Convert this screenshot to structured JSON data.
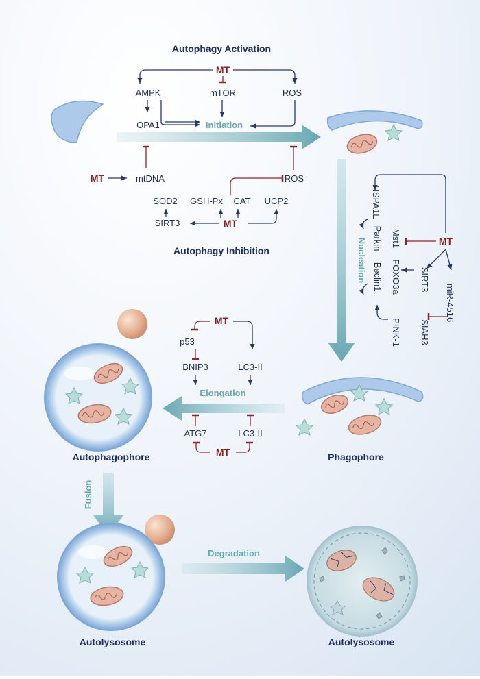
{
  "titles": {
    "activation": "Autophagy Activation",
    "inhibition": "Autophagy Inhibition"
  },
  "mt_label": "MT",
  "activation": {
    "ampk": "AMPK",
    "mtor": "mTOR",
    "ros": "ROS",
    "opa1": "OPA1",
    "initiation": "Initiation"
  },
  "inhibition": {
    "mtdna": "mtDNA",
    "ros": "ROS",
    "sod2": "SOD2",
    "gshpx": "GSH-Px",
    "cat": "CAT",
    "ucp2": "UCP2",
    "sirt3": "SIRT3"
  },
  "nucleation": {
    "step": "Nucleation",
    "hspa1l": "HSPA1L",
    "parkin": "Parkin",
    "mst1": "Mst1",
    "foxo3a": "FOXO3a",
    "beclin1": "Beclin1",
    "sirt3": "SIRT3",
    "pink1": "PINK-1",
    "siah3": "SIAH3",
    "mir4516": "miR-4516"
  },
  "elongation": {
    "step": "Elongation",
    "p53": "p53",
    "bnip3": "BNIP3",
    "lc3ii_top": "LC3-II",
    "atg7": "ATG7",
    "lc3ii_bottom": "LC3-II"
  },
  "stages": {
    "phagophore": "Phagophore",
    "autophagophore": "Autophagophore",
    "autolysosome_left": "Autolysosome",
    "autolysosome_right": "Autolysosome"
  },
  "steps": {
    "fusion": "Fusion",
    "degradation": "Degradation"
  },
  "colors": {
    "mt_red": "#8a1f1f",
    "pathway_navy": "#223054",
    "step_teal": "#6aa7ad"
  }
}
